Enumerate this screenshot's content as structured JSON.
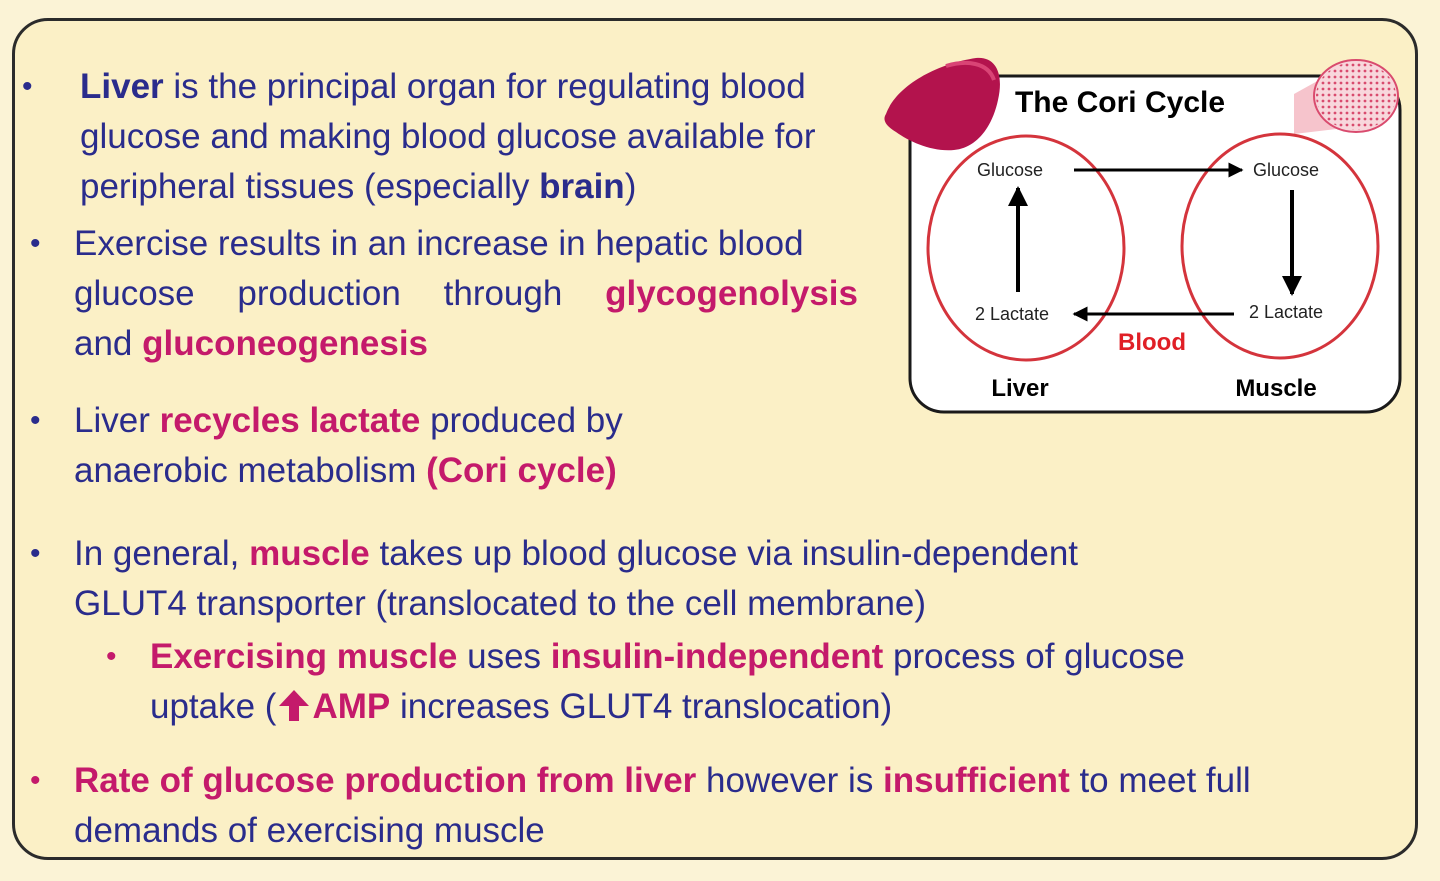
{
  "bullets": {
    "b1": {
      "l1a": "Liver",
      "l1b": " is the principal organ for regulating blood",
      "l2": "glucose and making blood glucose available for",
      "l3a": "peripheral tissues (especially ",
      "l3b": "brain",
      "l3c": ")"
    },
    "b2": {
      "l1": "Exercise results in an increase in hepatic blood",
      "l2w1": "glucose",
      "l2w2": "production",
      "l2w3": "through",
      "l2w4": "glycogenolysis",
      "l3a": "and ",
      "l3b": "gluconeogenesis"
    },
    "b3": {
      "l1a": "Liver ",
      "l1b": "recycles lactate",
      "l1c": " produced by",
      "l2a": "anaerobic metabolism ",
      "l2b": "(Cori cycle)"
    },
    "b4": {
      "l1a": "In general, ",
      "l1b": "muscle",
      "l1c": " takes up blood glucose via insulin-dependent",
      "l2": "GLUT4 transporter (translocated to the cell membrane)"
    },
    "b4sub": {
      "l1a": "Exercising muscle",
      "l1b": " uses ",
      "l1c": "insulin-independent",
      "l1d": " process of glucose",
      "l2a": "uptake (",
      "l2b": "AMP",
      "l2c": " increases GLUT4 translocation)"
    },
    "b5": {
      "l1a": "Rate of glucose production from liver",
      "l1b": " however is ",
      "l1c": "insufficient",
      "l1d": " to meet full",
      "l2": "demands  of exercising muscle"
    }
  },
  "diagram": {
    "title": "The Cori Cycle",
    "liver_glucose": "Glucose",
    "muscle_glucose": "Glucose",
    "liver_lactate": "2 Lactate",
    "muscle_lactate": "2 Lactate",
    "blood": "Blood",
    "liver_label": "Liver",
    "muscle_label": "Muscle"
  },
  "colors": {
    "navy": "#2a2c8c",
    "magenta": "#c41a6b",
    "background": "#fbf0c6",
    "ellipse": "#d4343c",
    "blood_label": "#e01f26"
  },
  "icons": [
    "liver-icon",
    "muscle-fiber-icon",
    "up-arrow-icon"
  ]
}
